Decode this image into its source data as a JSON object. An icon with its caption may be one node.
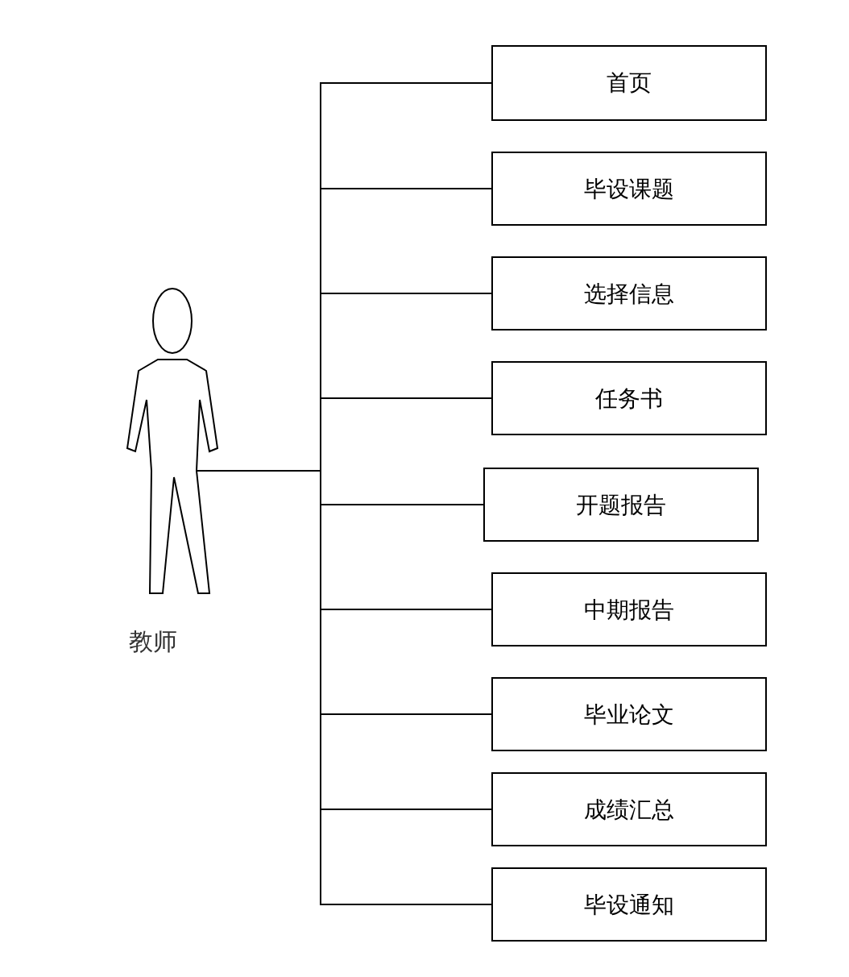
{
  "diagram": {
    "nodes": [
      {
        "text": [],
        "shape": "person",
        "beside": [
          "教师"
        ]
      },
      {
        "text": [
          "首页"
        ]
      },
      {
        "text": [
          "毕设课题"
        ]
      },
      {
        "text": [
          "选择信息"
        ]
      },
      {
        "text": [
          "任务书"
        ]
      },
      {
        "text": [
          "开题报告"
        ]
      },
      {
        "text": [
          "中期报告"
        ]
      },
      {
        "text": [
          "毕业论文"
        ]
      },
      {
        "text": [
          "成绩汇总"
        ]
      },
      {
        "text": [
          "毕设通知"
        ]
      }
    ],
    "edges": [
      {
        "from": 0,
        "to": 1,
        "arrow": "none"
      },
      {
        "from": 0,
        "to": 2,
        "arrow": "none"
      },
      {
        "from": 0,
        "to": 3,
        "arrow": "none"
      },
      {
        "from": 0,
        "to": 4,
        "arrow": "none"
      },
      {
        "from": 0,
        "to": 5,
        "arrow": "none"
      },
      {
        "from": 0,
        "to": 6,
        "arrow": "none"
      },
      {
        "from": 0,
        "to": 7,
        "arrow": "none"
      },
      {
        "from": 0,
        "to": 8,
        "arrow": "none"
      },
      {
        "from": 0,
        "to": 9,
        "arrow": "none"
      }
    ]
  }
}
